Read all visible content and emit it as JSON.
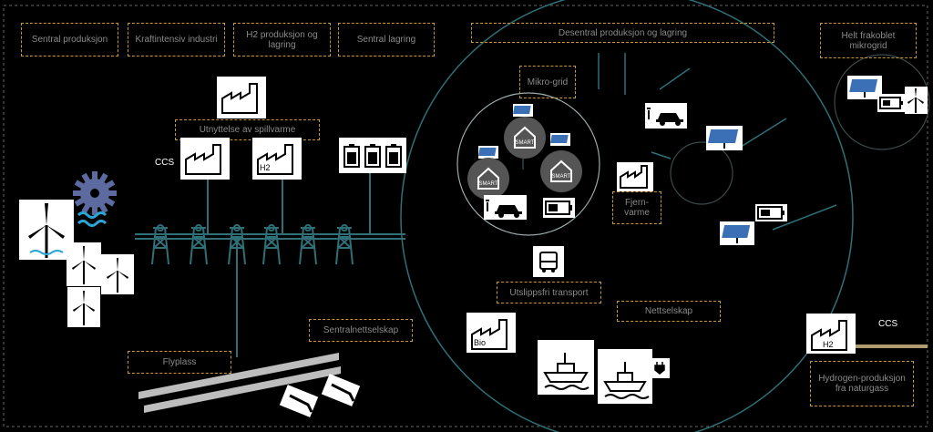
{
  "labels": {
    "sentral_produksjon": "Sentral produksjon",
    "kraftintensiv_industri": "Kraftintensiv industri",
    "h2_produksjon_lagring": "H2 produksjon og lagring",
    "sentral_lagring": "Sentral lagring",
    "desentral": "Desentral produksjon og lagring",
    "frakoblet": "Helt frakoblet mikrogrid",
    "utnyttelse_spillvarme": "Utnyttelse av spillvarme",
    "mikrogrid": "Mikro-grid",
    "fjernvarme": "Fjern-varme",
    "utslippsfri_transport": "Utslippsfri transport",
    "nettselskap": "Nettselskap",
    "sentralnettselskap": "Sentralnettselskap",
    "flyplass": "Flyplass",
    "hydrogen_naturgass": "Hydrogen-produksjon fra naturgass"
  },
  "text": {
    "ccs_left": "CCS",
    "ccs_right": "CCS",
    "h2_factory": "H2",
    "bio_factory": "Bio",
    "h2_factory_right": "H2",
    "smart_home": "SMART"
  },
  "colors": {
    "background": "#000000",
    "dashed_border": "#c79a2f",
    "muted_text": "#8a8a8a",
    "grid_line": "#2f6f78",
    "tile": "#ffffff",
    "water": "#2aa6d6",
    "solar_blue": "#3b6fb6",
    "gear": "#5d6aa0"
  }
}
